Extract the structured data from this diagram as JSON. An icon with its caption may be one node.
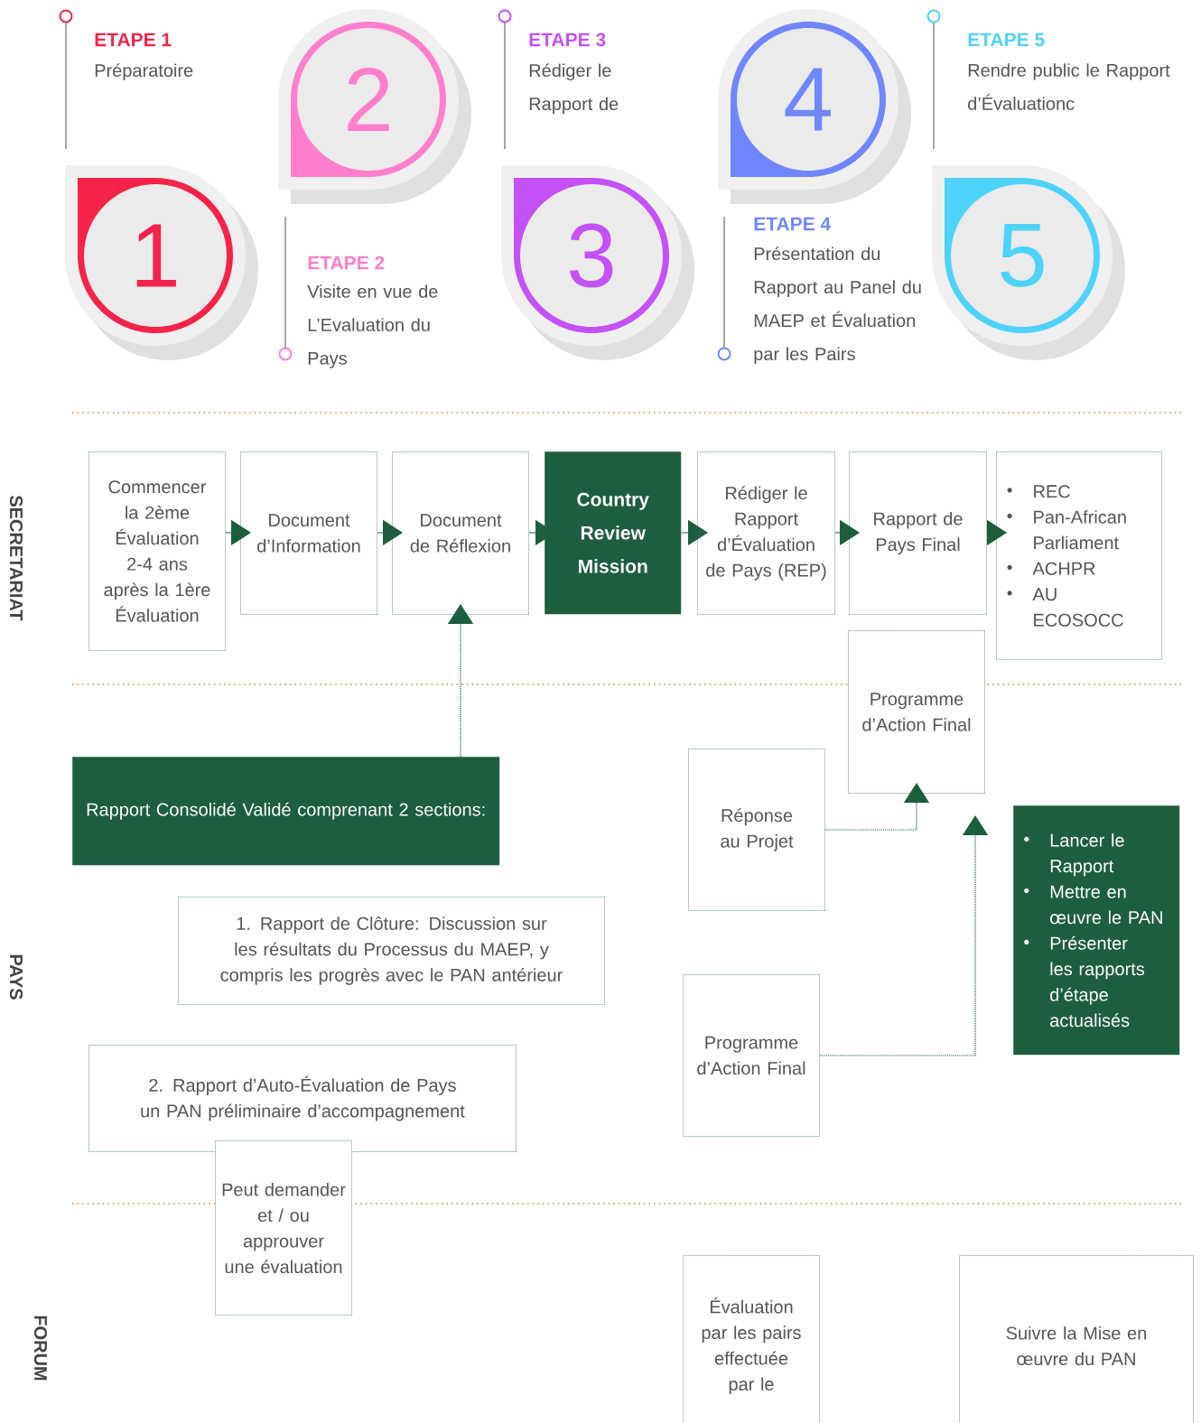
{
  "diagram": {
    "nodes": [
      {
        "text": [
          "1"
        ],
        "beside": [
          "ETAPE 1",
          "Préparatoire"
        ]
      },
      {
        "text": [
          "2"
        ],
        "beside": [
          "ETAPE 2",
          "Visite en vue de L’Evaluation du Pays"
        ]
      },
      {
        "text": [
          "3"
        ],
        "beside": [
          "ETAPE 3",
          "Rédiger le Rapport de"
        ]
      },
      {
        "text": [
          "4"
        ],
        "beside": [
          "ETAPE 4",
          "Présentation du Rapport au Panel du MAEP et Évaluation par les Pairs"
        ]
      },
      {
        "text": [
          "5"
        ],
        "beside": [
          "ETAPE 5",
          "Rendre public le Rapport d’Évaluationc"
        ]
      },
      {
        "text": [
          "Commencer la 2ème Évaluation 2-4 ans après la 1ère Évaluation"
        ]
      },
      {
        "text": [
          "Document d’Information"
        ]
      },
      {
        "text": [
          "Document de Réflexion"
        ]
      },
      {
        "text": [
          "Country Review Mission"
        ]
      },
      {
        "text": [
          "Rédiger le Rapport d’Évaluation de Pays (REP)"
        ]
      },
      {
        "text": [
          "Rapport de Pays Final"
        ]
      },
      {
        "text": [
          "REC",
          "Pan-African Parliament",
          "ACHPR",
          "AU ECOSOCC"
        ]
      },
      {
        "text": [
          "Programme d’Action Final"
        ]
      },
      {
        "text": [
          "Rapport Consolidé Validé comprenant 2 sections:"
        ]
      },
      {
        "text": [
          "Réponse au Projet"
        ]
      },
      {
        "text": [
          "1. Rapport de Clôture: Discussion sur les résultats du Processus du MAEP, y compris les progrès avec le PAN antérieur"
        ]
      },
      {
        "text": [
          "Lancer le Rapport",
          "Mettre en œuvre le PAN",
          "Présenter les rapports d’étape actualisés"
        ]
      },
      {
        "text": [
          "Programme d’Action Final"
        ]
      },
      {
        "text": [
          "2. Rapport d’Auto-Évaluation de Pays un PAN préliminaire d’accompagnement"
        ]
      },
      {
        "text": [
          "Peut demander et / ou approuver une évaluation"
        ]
      },
      {
        "text": [
          "Évaluation par les pairs effectuée par le"
        ]
      },
      {
        "text": [
          "Suivre la Mise en œuvre du PAN"
        ]
      }
    ],
    "edges": [
      {
        "from": 5,
        "to": 6,
        "arrow": "to"
      },
      {
        "from": 6,
        "to": 7,
        "arrow": "to"
      },
      {
        "from": 7,
        "to": 8,
        "arrow": "to"
      },
      {
        "from": 8,
        "to": 9,
        "arrow": "to"
      },
      {
        "from": 9,
        "to": 10,
        "arrow": "to"
      },
      {
        "from": 10,
        "to": 11,
        "arrow": "to"
      },
      {
        "from": 13,
        "to": 7,
        "arrow": "to",
        "style": "dashed"
      },
      {
        "from": 14,
        "to": 12,
        "arrow": "to",
        "style": "dashed"
      },
      {
        "from": 17,
        "to": null,
        "arrow": "to",
        "style": "dashed"
      }
    ],
    "labels": [
      "SECRETARIAT",
      "PAYS",
      "FORUM"
    ]
  }
}
